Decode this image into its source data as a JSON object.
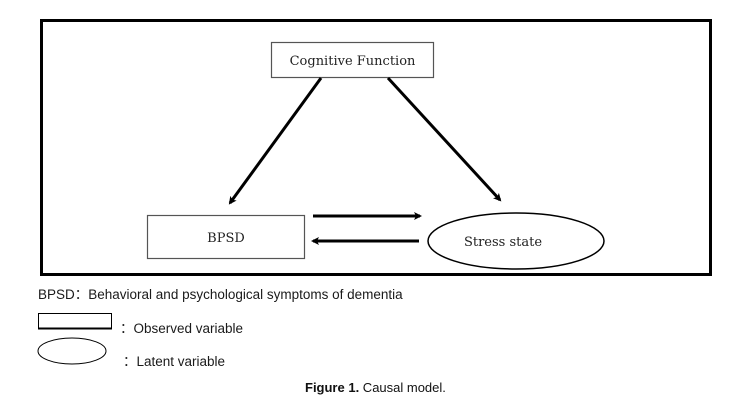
{
  "diagram": {
    "nodes": {
      "cognitive_function": {
        "label": "Cognitive Function",
        "shape": "rectangle",
        "type": "observed"
      },
      "bpsd": {
        "label": "BPSD",
        "shape": "rectangle",
        "type": "observed"
      },
      "stress_state": {
        "label": "Stress state",
        "shape": "ellipse",
        "type": "latent"
      }
    },
    "edges": [
      {
        "from": "Cognitive Function",
        "to": "BPSD"
      },
      {
        "from": "Cognitive Function",
        "to": "Stress state"
      },
      {
        "from": "BPSD",
        "to": "Stress state"
      },
      {
        "from": "Stress state",
        "to": "BPSD"
      }
    ]
  },
  "legend": {
    "abbreviation": "BPSD：Behavioral and psychological symptoms of dementia",
    "observed": "：Observed variable",
    "latent": "：Latent variable"
  },
  "caption": {
    "label": "Figure 1.",
    "text": " Causal model."
  },
  "colors": {
    "stroke": "#000000",
    "box_border": "#555555",
    "text": "#222222"
  }
}
